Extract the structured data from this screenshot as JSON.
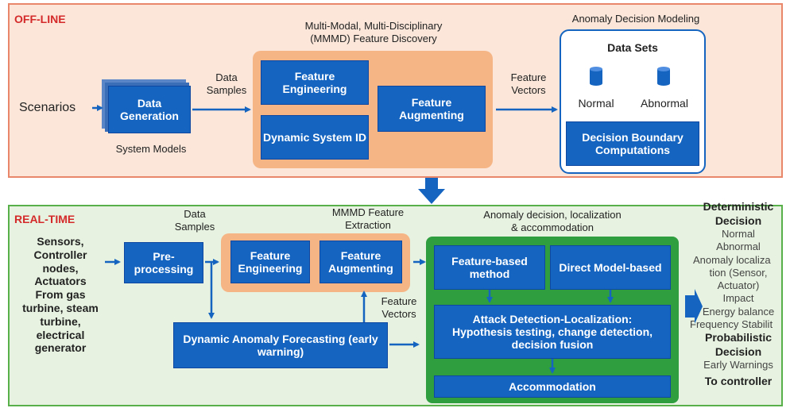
{
  "offline": {
    "tag": "OFF-LINE",
    "scenarios": "Scenarios",
    "data_generation": "Data Generation",
    "system_models": "System Models",
    "data_samples": "Data Samples",
    "mmmd_title_1": "Multi-Modal, Multi-Disciplinary",
    "mmmd_title_2": "(MMMD) Feature Discovery",
    "feature_engineering": "Feature Engineering",
    "dynamic_system_id": "Dynamic System ID",
    "feature_augmenting": "Feature Augmenting",
    "feature_vectors": "Feature Vectors",
    "anomaly_modeling": "Anomaly Decision Modeling",
    "data_sets": "Data Sets",
    "normal": "Normal",
    "abnormal": "Abnormal",
    "decision_boundary": "Decision Boundary Computations"
  },
  "realtime": {
    "tag": "REAL-TIME",
    "sensors": [
      "Sensors,",
      "Controller",
      "nodes,",
      "Actuators",
      "From gas",
      "turbine, steam",
      "turbine,",
      "electrical",
      "generator"
    ],
    "preprocessing": "Pre-processing",
    "data_samples": "Data Samples",
    "mmmd_extraction_1": "MMMD Feature",
    "mmmd_extraction_2": "Extraction",
    "feature_engineering": "Feature Engineering",
    "feature_augmenting": "Feature Augmenting",
    "feature_vectors": "Feature Vectors",
    "forecasting": "Dynamic Anomaly Forecasting (early warning)",
    "anomaly_header_1": "Anomaly decision, localization",
    "anomaly_header_2": "& accommodation",
    "feature_based": "Feature-based method",
    "direct_model": "Direct Model-based",
    "attack_detection_1": "Attack Detection-Localization:",
    "attack_detection_2": "Hypothesis testing, change detection,",
    "attack_detection_3": "decision fusion",
    "accommodation": "Accommodation"
  },
  "outputs": {
    "deterministic": "Deterministic Decision",
    "items": [
      "Normal",
      "Abnormal",
      "Anomaly localiza",
      "tion (Sensor,",
      "Actuator)",
      "Impact",
      "Energy balance",
      "Frequency Stabilit"
    ],
    "probabilistic": "Probabilistic Decision",
    "early": "Early Warnings",
    "to_controller": "To controller"
  },
  "colors": {
    "blue": "#1565c0",
    "orange": "#f6b585",
    "green": "#2e9e3e",
    "offline_bg": "#fbe6d9",
    "realtime_bg": "#e7f3e0"
  }
}
